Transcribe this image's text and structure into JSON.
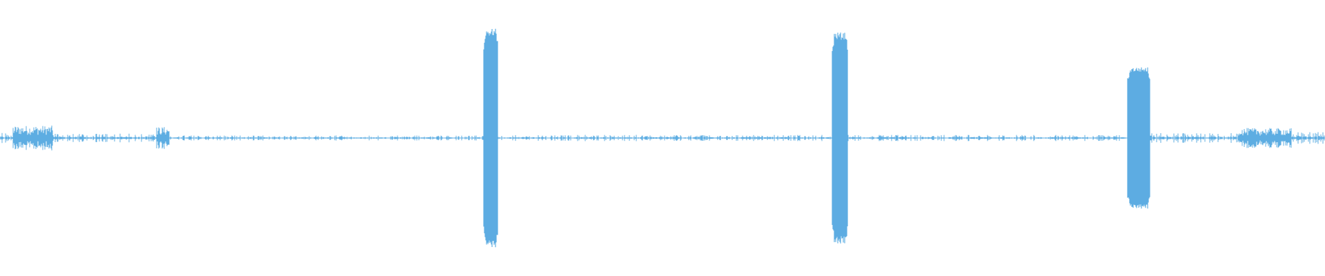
{
  "waveform": {
    "color": "#5dade2",
    "background": "#ffffff",
    "duration_label": "",
    "segments": [
      {
        "start": 0.0,
        "end": 0.01,
        "amplitude": 0.045,
        "style": "noise"
      },
      {
        "start": 0.01,
        "end": 0.04,
        "amplitude": 0.1,
        "style": "burst"
      },
      {
        "start": 0.04,
        "end": 0.118,
        "amplitude": 0.035,
        "style": "noise"
      },
      {
        "start": 0.118,
        "end": 0.128,
        "amplitude": 0.09,
        "style": "burst"
      },
      {
        "start": 0.128,
        "end": 0.365,
        "amplitude": 0.02,
        "style": "noise"
      },
      {
        "start": 0.365,
        "end": 0.376,
        "amplitude": 0.88,
        "style": "block"
      },
      {
        "start": 0.376,
        "end": 0.628,
        "amplitude": 0.025,
        "style": "noise"
      },
      {
        "start": 0.628,
        "end": 0.64,
        "amplitude": 0.85,
        "style": "block"
      },
      {
        "start": 0.64,
        "end": 0.851,
        "amplitude": 0.025,
        "style": "noise"
      },
      {
        "start": 0.851,
        "end": 0.868,
        "amplitude": 0.57,
        "style": "block"
      },
      {
        "start": 0.868,
        "end": 0.935,
        "amplitude": 0.04,
        "style": "noise"
      },
      {
        "start": 0.935,
        "end": 0.975,
        "amplitude": 0.08,
        "style": "burst"
      },
      {
        "start": 0.975,
        "end": 1.0,
        "amplitude": 0.05,
        "style": "noise"
      }
    ]
  }
}
